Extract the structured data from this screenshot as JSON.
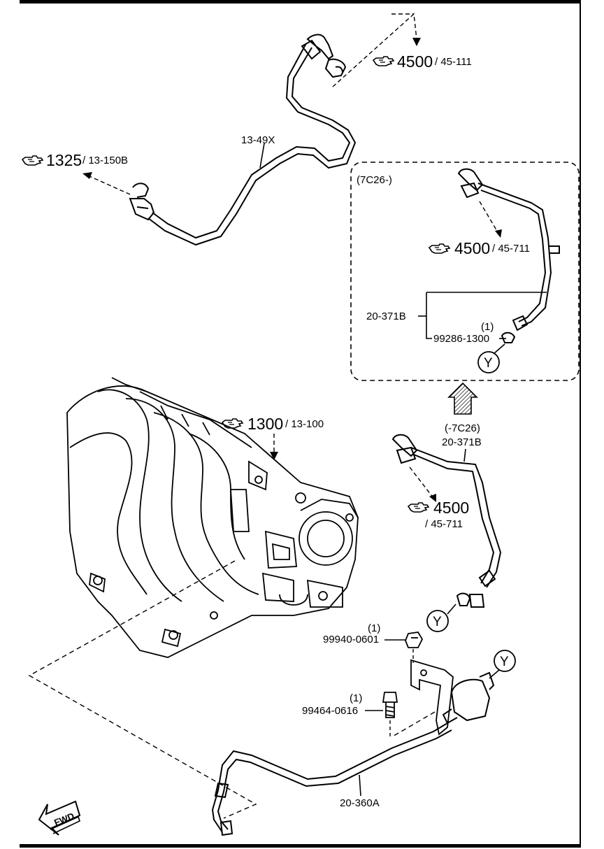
{
  "refs": [
    {
      "id": "ref-4500-top",
      "main": "4500",
      "sub": "/ 45-111"
    },
    {
      "id": "ref-1325",
      "main": "1325",
      "sub": "/ 13-150B"
    },
    {
      "id": "ref-4500-inset",
      "main": "4500",
      "sub": "/ 45-711"
    },
    {
      "id": "ref-1300",
      "main": "1300",
      "sub": "/ 13-100"
    },
    {
      "id": "ref-4500-mid",
      "main": "4500",
      "sub": "/ 45-711"
    }
  ],
  "parts": {
    "p_13_49x": "13-49X",
    "p_20_371b_inset": "20-371B",
    "p_99286": "99286-1300",
    "qty_99286": "(1)",
    "p_20_371b": "20-371B",
    "p_20_371b_note": "(-7C26)",
    "p_99940": "99940-0601",
    "qty_99940": "(1)",
    "p_99464": "99464-0616",
    "qty_99464": "(1)",
    "p_20_360a": "20-360A"
  },
  "inset": {
    "label": "(7C26-)"
  },
  "connectors": {
    "y": "Y"
  },
  "fwd": "FWD",
  "icons": [
    "pointing-hand-icon",
    "fwd-arrow-icon",
    "hatched-up-arrow-icon"
  ]
}
